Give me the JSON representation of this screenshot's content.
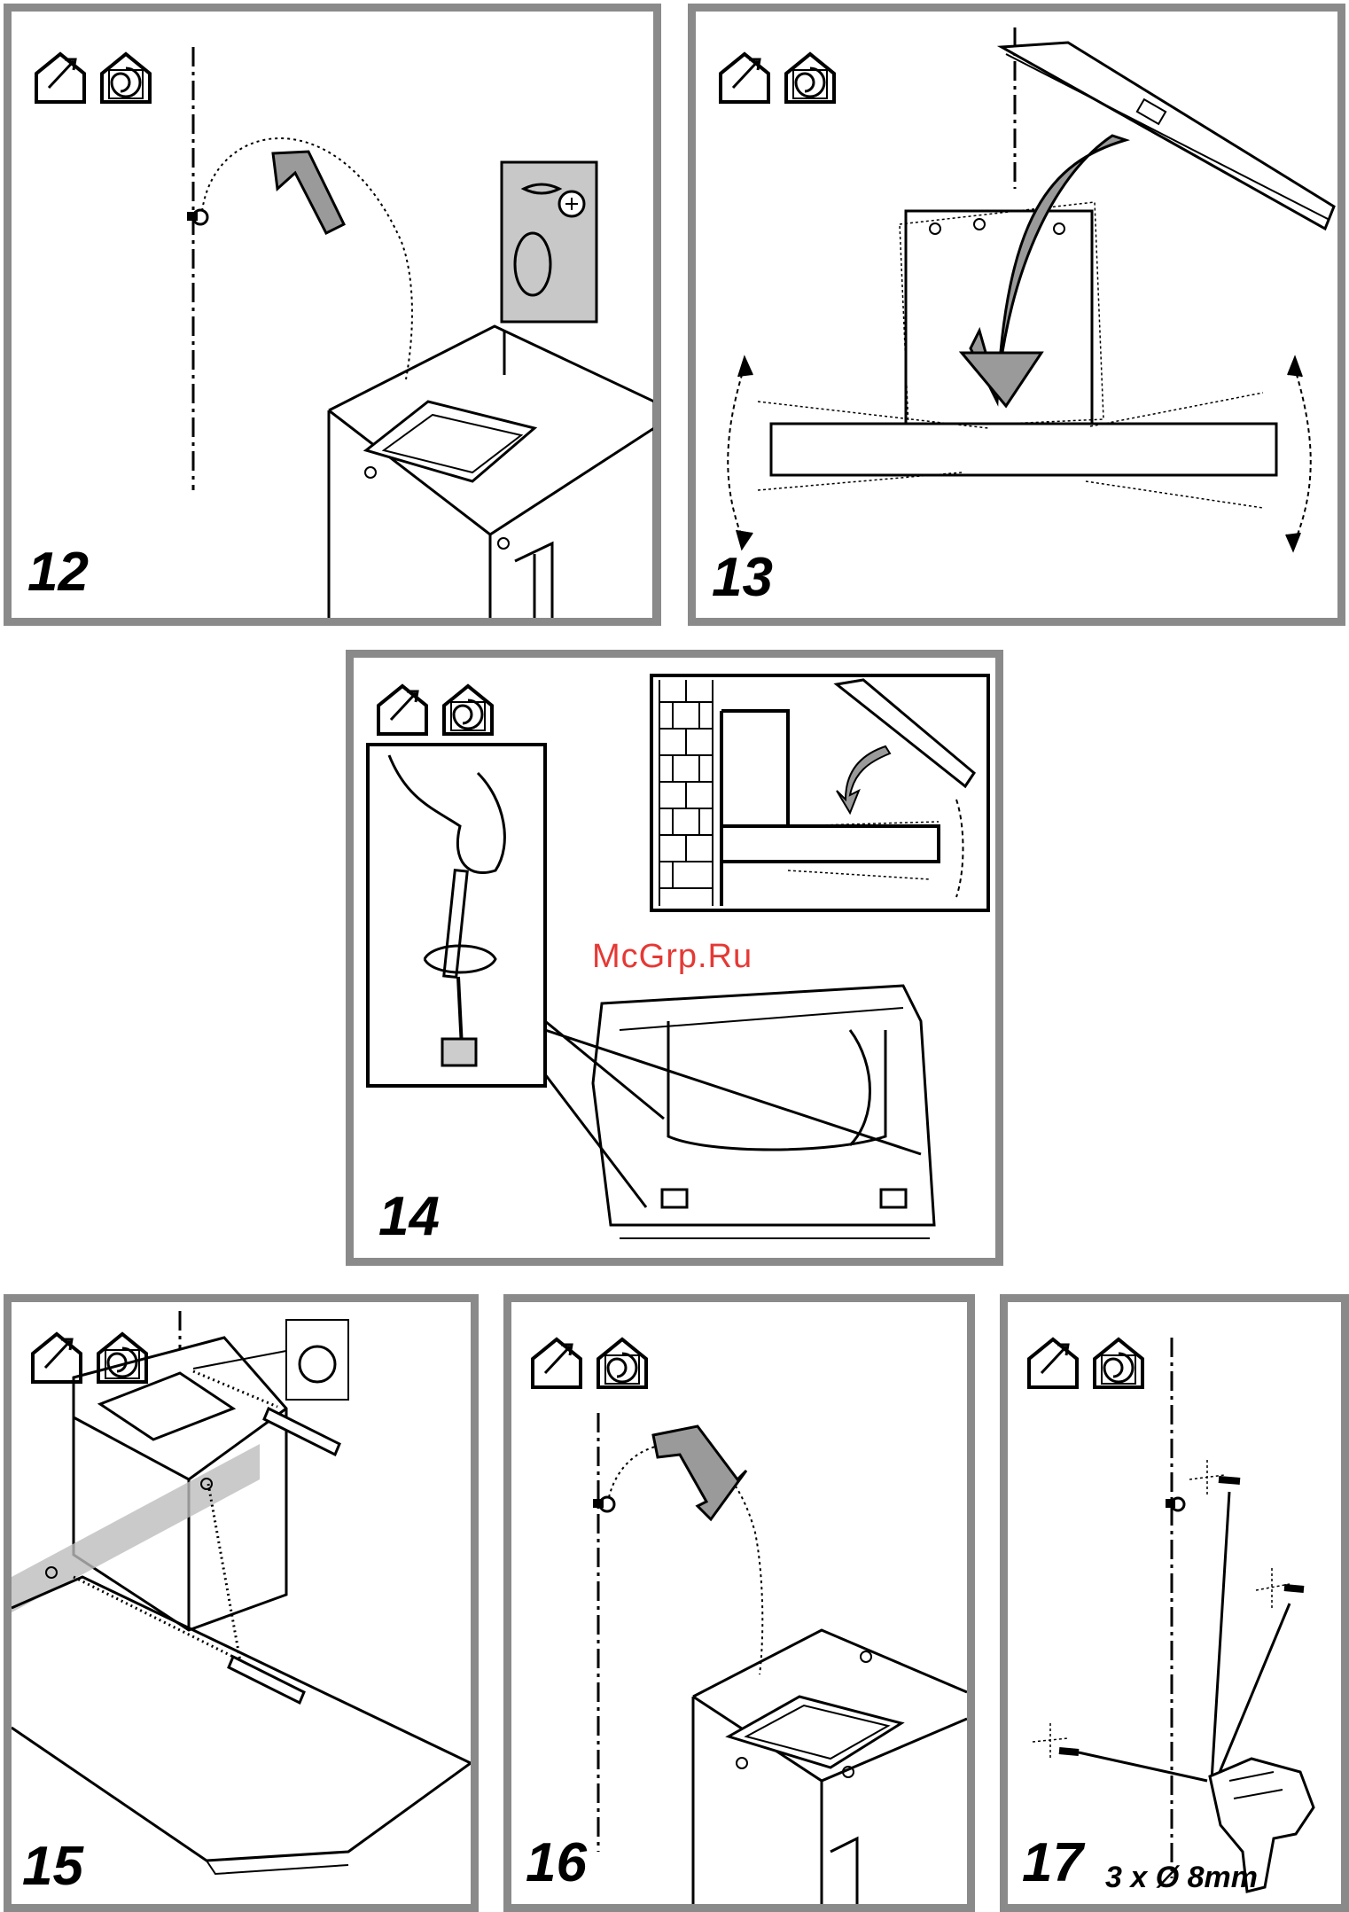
{
  "watermark": "McGrp.Ru",
  "panels": [
    {
      "id": "p12",
      "step": "12",
      "icons": [
        "wall-duct-vent-icon",
        "recirculation-icon"
      ]
    },
    {
      "id": "p13",
      "step": "13",
      "icons": [
        "wall-duct-vent-icon",
        "recirculation-icon"
      ]
    },
    {
      "id": "p14",
      "step": "14",
      "icons": [
        "wall-duct-vent-icon",
        "recirculation-icon"
      ]
    },
    {
      "id": "p15",
      "step": "15",
      "icons": [
        "wall-duct-vent-icon",
        "recirculation-icon"
      ]
    },
    {
      "id": "p16",
      "step": "16",
      "icons": [
        "wall-duct-vent-icon",
        "recirculation-icon"
      ]
    },
    {
      "id": "p17",
      "step": "17",
      "icons": [
        "wall-duct-vent-icon",
        "recirculation-icon"
      ],
      "caption": "3 x Ø 8mm"
    }
  ],
  "colors": {
    "frame": "#8a8a8a",
    "shade": "#c8c8c8",
    "arrow_fill": "#9a9a9a",
    "watermark": "#e53935"
  }
}
